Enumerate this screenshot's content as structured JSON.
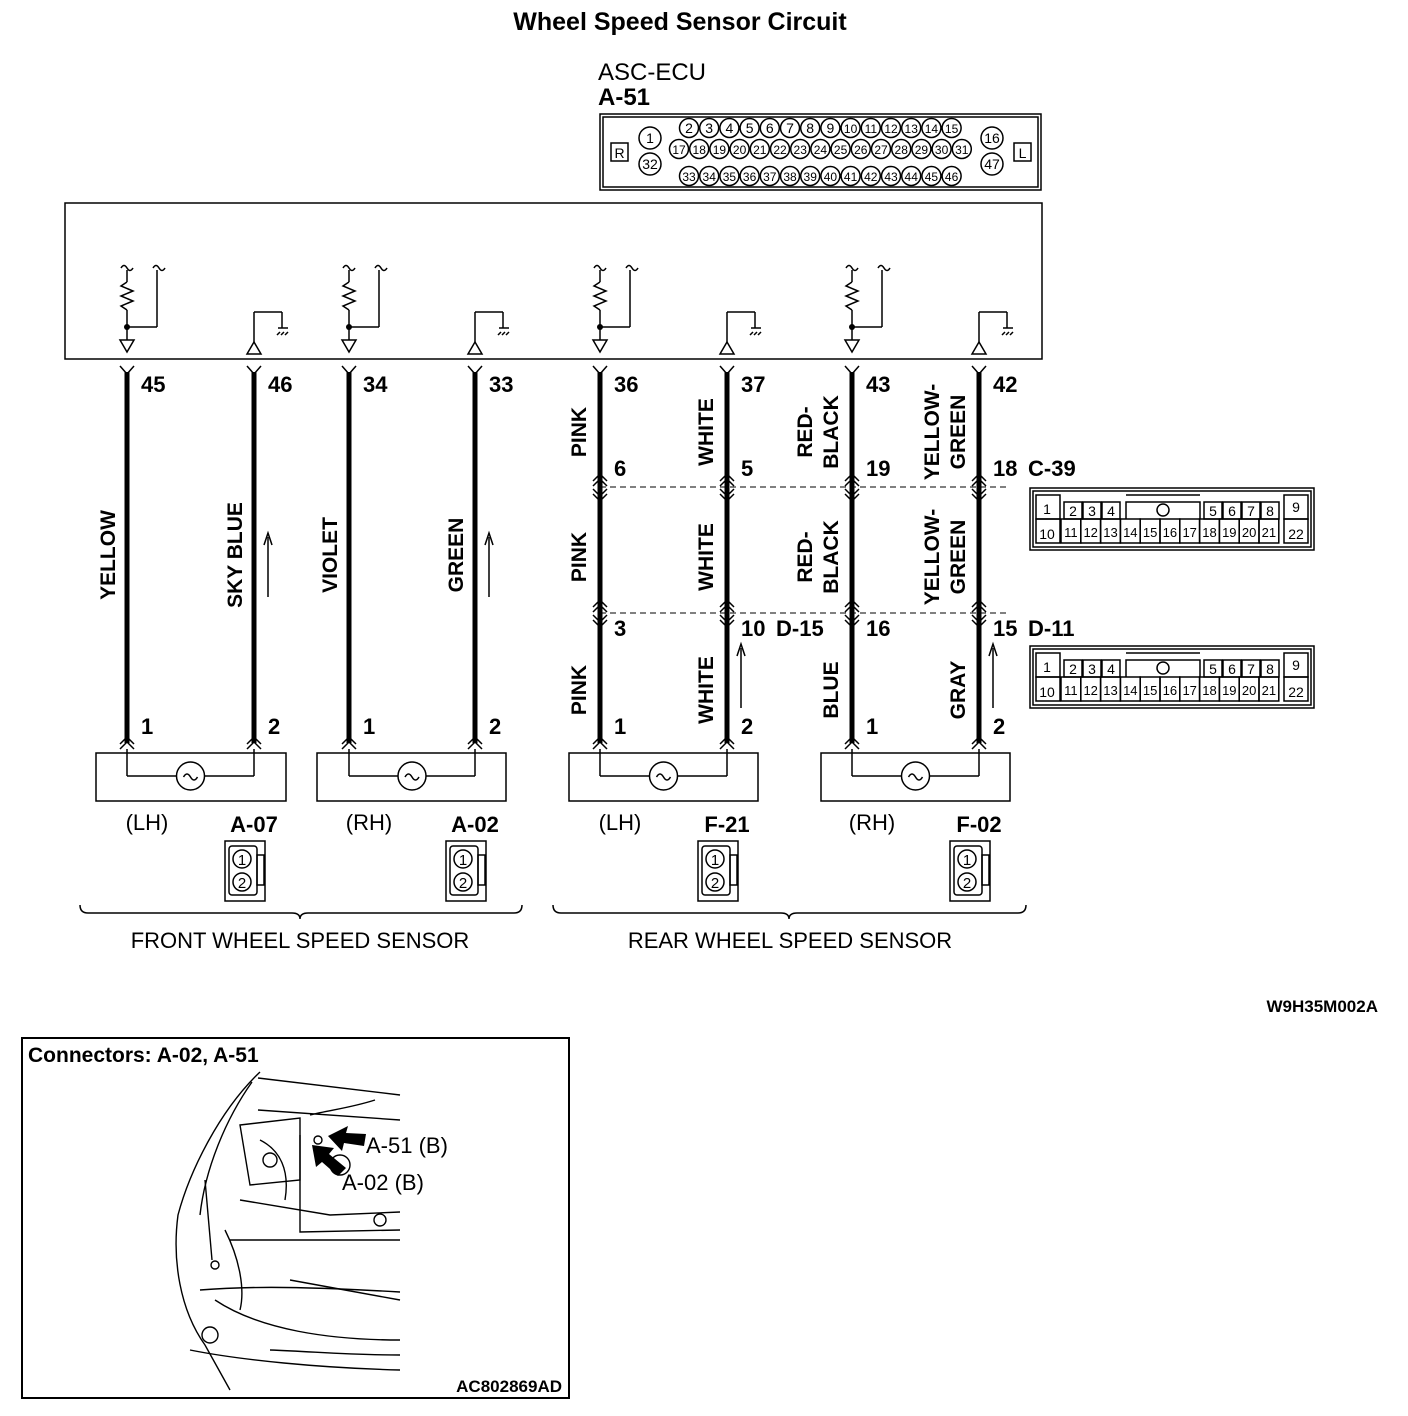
{
  "title": "Wheel Speed Sensor Circuit",
  "ecu": {
    "name": "ASC-ECU",
    "connector": "A-51",
    "face_left_tag": "R",
    "face_right_tag": "L",
    "row1_left": "1",
    "row1_pins": [
      "2",
      "3",
      "4",
      "5",
      "6",
      "7",
      "8",
      "9",
      "10",
      "11",
      "12",
      "13",
      "14",
      "15"
    ],
    "row1_right": "16",
    "row2_pins": [
      "17",
      "18",
      "19",
      "20",
      "21",
      "22",
      "23",
      "24",
      "25",
      "26",
      "27",
      "28",
      "29",
      "30",
      "31"
    ],
    "row2_left": "32",
    "row2_right": "47",
    "row3_pins": [
      "33",
      "34",
      "35",
      "36",
      "37",
      "38",
      "39",
      "40",
      "41",
      "42",
      "43",
      "44",
      "45",
      "46"
    ]
  },
  "circuits": [
    {
      "ecu_pin": "45",
      "color_upper": "YELLOW",
      "sensor_pin": "1"
    },
    {
      "ecu_pin": "46",
      "color_upper": "SKY BLUE",
      "sensor_pin": "2"
    },
    {
      "ecu_pin": "34",
      "color_upper": "VIOLET",
      "sensor_pin": "1"
    },
    {
      "ecu_pin": "33",
      "color_upper": "GREEN",
      "sensor_pin": "2"
    },
    {
      "ecu_pin": "36",
      "c1": "PINK",
      "c39_pin": "6",
      "c2": "PINK",
      "d_pin": "3",
      "c3": "PINK",
      "sensor_pin": "1"
    },
    {
      "ecu_pin": "37",
      "c1": "WHITE",
      "c39_pin": "5",
      "c2": "WHITE",
      "d_pin": "10",
      "c3": "WHITE",
      "sensor_pin": "2"
    },
    {
      "ecu_pin": "43",
      "c1a": "RED-",
      "c1b": "BLACK",
      "c39_pin": "19",
      "c2a": "RED-",
      "c2b": "BLACK",
      "d_pin": "16",
      "c3": "BLUE",
      "sensor_pin": "1"
    },
    {
      "ecu_pin": "42",
      "c1a": "YELLOW-",
      "c1b": "GREEN",
      "c39_pin": "18",
      "c2a": "YELLOW-",
      "c2b": "GREEN",
      "d_pin": "15",
      "c3": "GRAY",
      "sensor_pin": "2"
    }
  ],
  "junctions": {
    "c39": "C-39",
    "d15": "D-15",
    "d11": "D-11",
    "face_top": [
      "1",
      "2",
      "3",
      "4",
      "5",
      "6",
      "7",
      "8",
      "9"
    ],
    "face_bottom": [
      "10",
      "11",
      "12",
      "13",
      "14",
      "15",
      "16",
      "17",
      "18",
      "19",
      "20",
      "21",
      "22"
    ]
  },
  "sensors": [
    {
      "side": "(LH)",
      "connector": "A-07",
      "pin1": "1",
      "pin2": "2"
    },
    {
      "side": "(RH)",
      "connector": "A-02",
      "pin1": "1",
      "pin2": "2"
    },
    {
      "side": "(LH)",
      "connector": "F-21",
      "pin1": "1",
      "pin2": "2"
    },
    {
      "side": "(RH)",
      "connector": "F-02",
      "pin1": "1",
      "pin2": "2"
    }
  ],
  "groups": {
    "front": "FRONT WHEEL SPEED SENSOR",
    "rear": "REAR WHEEL SPEED SENSOR"
  },
  "diagram_code": "W9H35M002A",
  "inset": {
    "title": "Connectors: A-02, A-51",
    "callout1": "A-51 (B)",
    "callout2": "A-02 (B)",
    "code": "AC802869AD"
  }
}
